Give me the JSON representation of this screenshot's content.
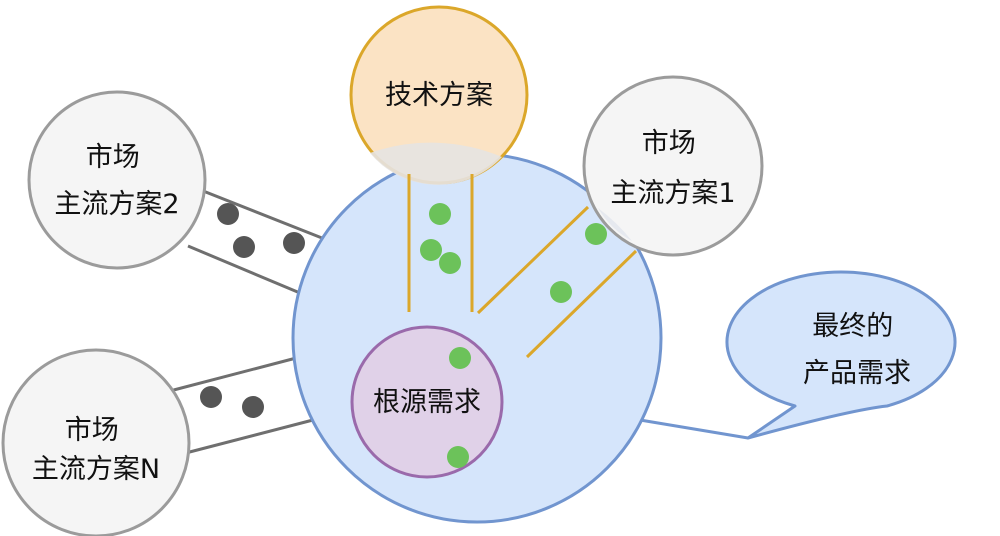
{
  "colors": {
    "main_fill": "#d5e5fb",
    "main_stroke": "#7195cf",
    "tech_fill": "#fbe3c4",
    "tech_stroke": "#dba72a",
    "root_fill": "#e0d1e8",
    "root_stroke": "#9a6aab",
    "market_fill": "#f5f5f5",
    "market_stroke": "#9b9b9b",
    "green_dot": "#6cc25a",
    "dark_dot": "#555555",
    "tech_channel": "#dba72a",
    "market_channel": "#6f6f6f"
  },
  "nodes": {
    "tech": {
      "lines": [
        "技术方案"
      ]
    },
    "root": {
      "lines": [
        "根源需求"
      ]
    },
    "market1": {
      "lines": [
        "市场",
        "主流方案1"
      ]
    },
    "market2": {
      "lines": [
        "市场",
        "主流方案2"
      ]
    },
    "marketN": {
      "lines": [
        "市场",
        "主流方案N"
      ]
    },
    "final": {
      "lines": [
        "最终的",
        "产品需求"
      ]
    }
  }
}
